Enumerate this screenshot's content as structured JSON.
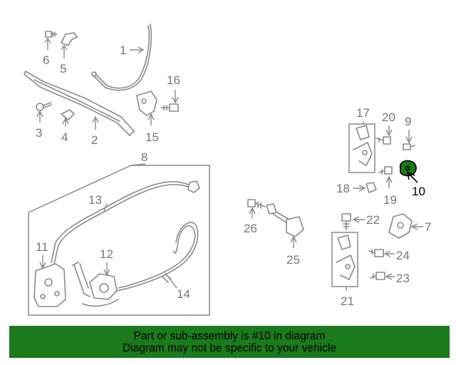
{
  "colors": {
    "banner_bg": "#1b7a1b",
    "highlight_part": "#1b7a1b",
    "part_outline": "#8a8a8a"
  },
  "callouts": {
    "c1": "1",
    "c2": "2",
    "c3": "3",
    "c4": "4",
    "c5": "5",
    "c6": "6",
    "c7": "7",
    "c8": "8",
    "c9": "9",
    "c10": "10",
    "c11": "11",
    "c12": "12",
    "c13": "13",
    "c14": "14",
    "c15": "15",
    "c16": "16",
    "c17": "17",
    "c18": "18",
    "c19": "19",
    "c20": "20",
    "c21": "21",
    "c22": "22",
    "c23": "23",
    "c24": "24",
    "c25": "25",
    "c26": "26"
  },
  "highlighted_callout": "10",
  "banner": {
    "line1": "Part or sub-assembly is #10 in diagram",
    "line2": "Diagram may not be specific to your vehicle"
  }
}
